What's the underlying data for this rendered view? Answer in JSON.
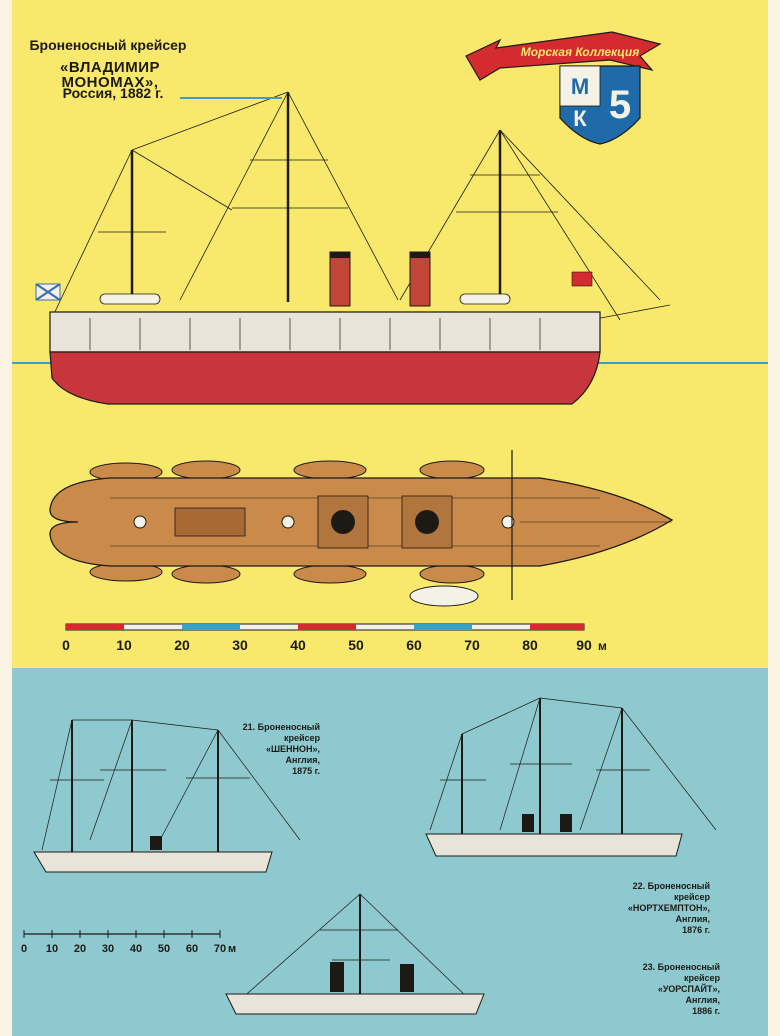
{
  "header": {
    "type_label": "Броненосный крейсер",
    "ship_name": "«ВЛАДИМИР МОНОМАХ»,",
    "country_year": "Россия, 1882 г."
  },
  "badge": {
    "ribbon_text": "Морская Коллекция",
    "letters": [
      "М",
      "К"
    ],
    "issue_number": "5",
    "colors": {
      "ribbon": "#d32b2f",
      "shield_blue": "#1f6aa8",
      "shield_white": "#f4f1e6"
    }
  },
  "main_scale": {
    "ticks": [
      "0",
      "10",
      "20",
      "30",
      "40",
      "50",
      "60",
      "70",
      "80",
      "90"
    ],
    "unit": "м"
  },
  "small_scale": {
    "ticks": [
      "0",
      "10",
      "20",
      "30",
      "40",
      "50",
      "60",
      "70"
    ],
    "unit": "м"
  },
  "captions": [
    {
      "number": "21.",
      "line1": "Броненосный",
      "line2": "крейсер",
      "name": "«ШЕННОН»,",
      "country": "Англия,",
      "year": "1875 г."
    },
    {
      "number": "22.",
      "line1": "Броненосный",
      "line2": "крейсер",
      "name": "«НОРТХЕМПТОН»,",
      "country": "Англия,",
      "year": "1876 г."
    },
    {
      "number": "23.",
      "line1": "Броненосный",
      "line2": "крейсер",
      "name": "«УОРСПАЙТ»,",
      "country": "Англия,",
      "year": "1886 г."
    }
  ],
  "colors": {
    "top_background": "#f8e96d",
    "bottom_background": "#8ec9cf",
    "hull_red": "#c8353c",
    "hull_grey": "#e8e4da",
    "deck_wood": "#c98a4a",
    "funnel_red": "#c2453b",
    "ink": "#1d1a16"
  }
}
